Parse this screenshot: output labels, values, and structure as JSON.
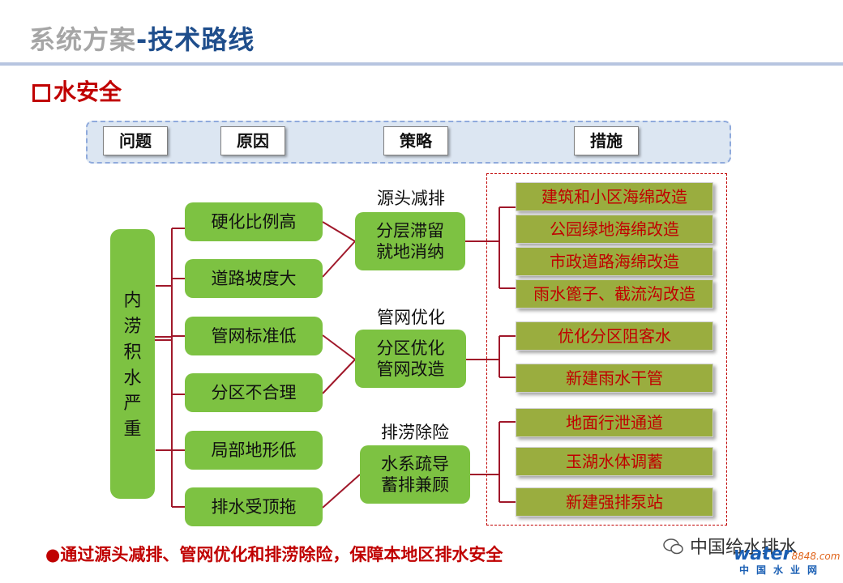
{
  "header": {
    "title_part1": "系统方案",
    "title_part2": "-技术路线",
    "subtitle": "水安全"
  },
  "columns": {
    "problem": "问题",
    "cause": "原因",
    "strategy": "策略",
    "measure": "措施"
  },
  "problem": "内涝积水严重",
  "causes": [
    "硬化比例高",
    "道路坡度大",
    "管网标准低",
    "分区不合理",
    "局部地形低",
    "排水受顶拖"
  ],
  "strategies": [
    {
      "label": "源头减排",
      "box": "分层滞留\n就地消纳"
    },
    {
      "label": "管网优化",
      "box": "分区优化\n管网改造"
    },
    {
      "label": "排涝除险",
      "box": "水系疏导\n蓄排兼顾"
    }
  ],
  "measures": [
    "建筑和小区海绵改造",
    "公园绿地海绵改造",
    "市政道路海绵改造",
    "雨水篦子、截流沟改造",
    "优化分区阻客水",
    "新建雨水干管",
    "地面行泄通道",
    "玉湖水体调蓄",
    "新建强排泵站"
  ],
  "conclusion": "●通过源头减排、管网优化和排涝除险，保障本地区排水安全",
  "watermark": {
    "wechat": "中国给水排水",
    "logo_word": "water",
    "logo_num": "8848",
    "logo_domain": ".com",
    "logo_sub": "中国水业网"
  },
  "colors": {
    "green_box": "#7dc242",
    "measure_box": "#9aad3f",
    "accent_red": "#c00000",
    "connector": "#a0182a",
    "title_blue": "#1f4e8c"
  }
}
